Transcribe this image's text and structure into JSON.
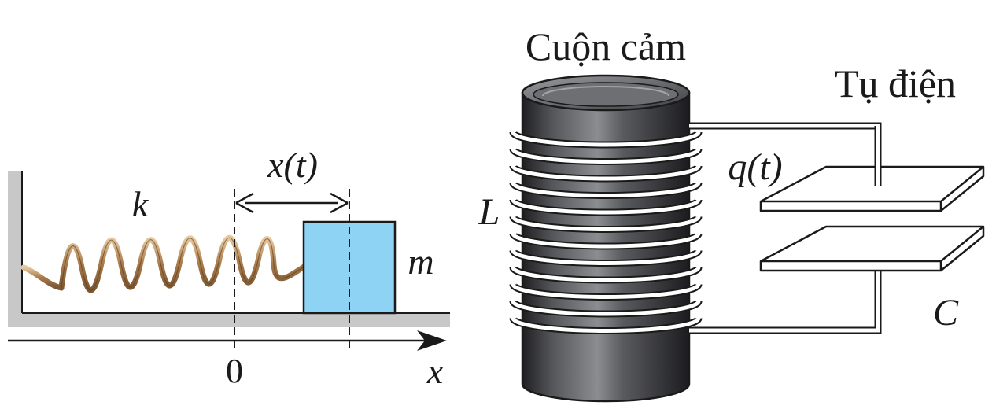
{
  "spring_system": {
    "spring_constant_label": "k",
    "displacement_label": "x(t)",
    "mass_label": "m",
    "origin_label": "0",
    "axis_label": "x"
  },
  "lc_circuit": {
    "inductor_title": "Cuộn cảm",
    "capacitor_title": "Tụ điện",
    "inductance_label": "L",
    "charge_label": "q(t)",
    "capacitance_label": "C"
  },
  "colors": {
    "mass_block": "#8fd3f4",
    "spring": "#b0875a",
    "wall": "#c8c8c8",
    "coil_body": "#4a4a4d",
    "wire": "#ffffff"
  }
}
